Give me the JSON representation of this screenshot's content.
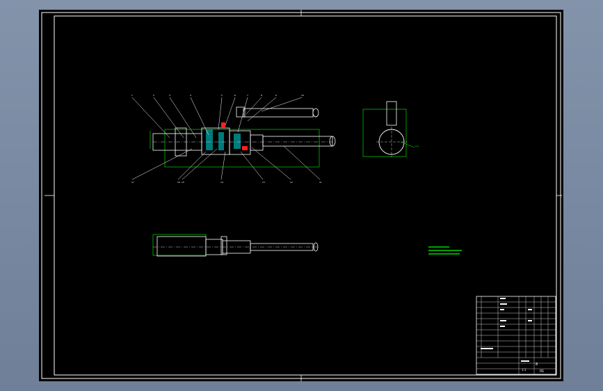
{
  "viewport": {
    "background": "#7f8fa6"
  },
  "sheet": {
    "background": "#000000"
  },
  "colors": {
    "frame": "#ffffff",
    "outline": "#ffffff",
    "dimension": "#00ff00",
    "section_hatch": "#00e0e0",
    "highlight_red": "#ff2020",
    "leader": "#ffffff"
  },
  "callouts_top": [
    "1",
    "2",
    "3",
    "4",
    "5",
    "6",
    "7",
    "8",
    "9",
    "10"
  ],
  "callouts_bottom": [
    "17",
    "16",
    "15",
    "14",
    "13",
    "12",
    "11"
  ],
  "view_callout": "A-A",
  "title_block": {
    "material_box": "8",
    "scale": "1:1",
    "sheet_code": "01"
  }
}
